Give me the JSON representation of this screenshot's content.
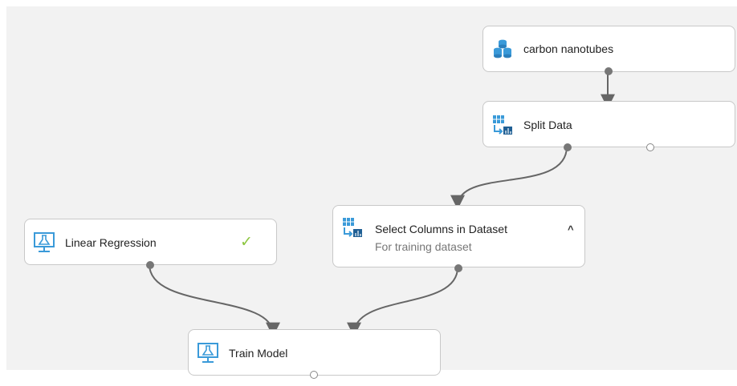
{
  "canvas": {
    "background": "#f2f2f2",
    "nodes": [
      {
        "id": "carbon-nanotubes",
        "label": "carbon nanotubes",
        "icon": "dataset-icon"
      },
      {
        "id": "split-data",
        "label": "Split Data",
        "icon": "split-data-icon"
      },
      {
        "id": "select-columns",
        "label": "Select Columns in Dataset",
        "sublabel": "For training dataset",
        "icon": "select-columns-icon",
        "collapse": "^"
      },
      {
        "id": "linear-regression",
        "label": "Linear Regression",
        "icon": "model-icon",
        "status": "✓"
      },
      {
        "id": "train-model",
        "label": "Train Model",
        "icon": "model-icon"
      }
    ],
    "connections": [
      {
        "from": "carbon-nanotubes",
        "to": "split-data"
      },
      {
        "from": "split-data",
        "to": "select-columns"
      },
      {
        "from": "linear-regression",
        "to": "train-model"
      },
      {
        "from": "select-columns",
        "to": "train-model"
      }
    ]
  },
  "colors": {
    "icon": "#3a9ad9",
    "check": "#8cc63f",
    "connector": "#666666",
    "node_border": "#c8c8c8"
  }
}
